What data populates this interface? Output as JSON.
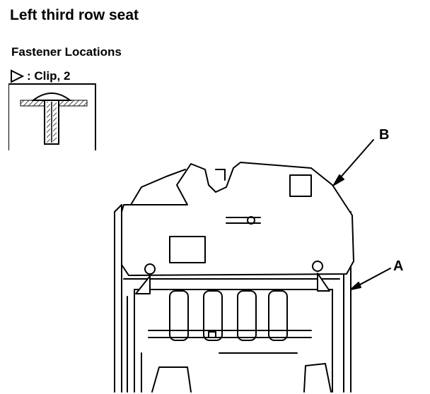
{
  "title": "Left third row seat",
  "subtitle": "Fastener Locations",
  "legend": {
    "symbol": "triangle-icon",
    "label": ": Clip, 2"
  },
  "callouts": {
    "a": "A",
    "b": "B"
  }
}
